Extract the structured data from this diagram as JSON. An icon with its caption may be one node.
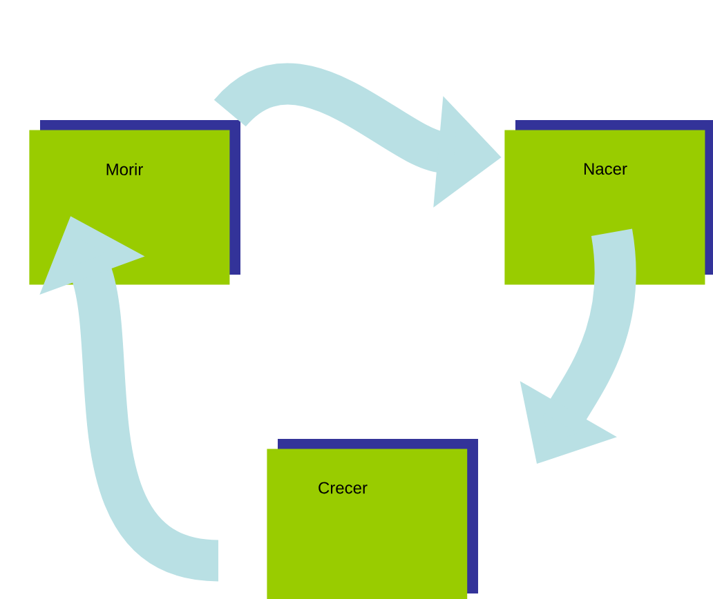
{
  "diagram": {
    "nodes": [
      {
        "text": [
          "Morir"
        ]
      },
      {
        "text": [
          "Nacer"
        ]
      },
      {
        "text": [
          "Crecer"
        ]
      }
    ],
    "edges": [
      {
        "from": 0,
        "to": 1,
        "arrow": "to"
      },
      {
        "from": 1,
        "to": 2,
        "arrow": "to"
      },
      {
        "from": 2,
        "to": 0,
        "arrow": "to"
      }
    ]
  }
}
